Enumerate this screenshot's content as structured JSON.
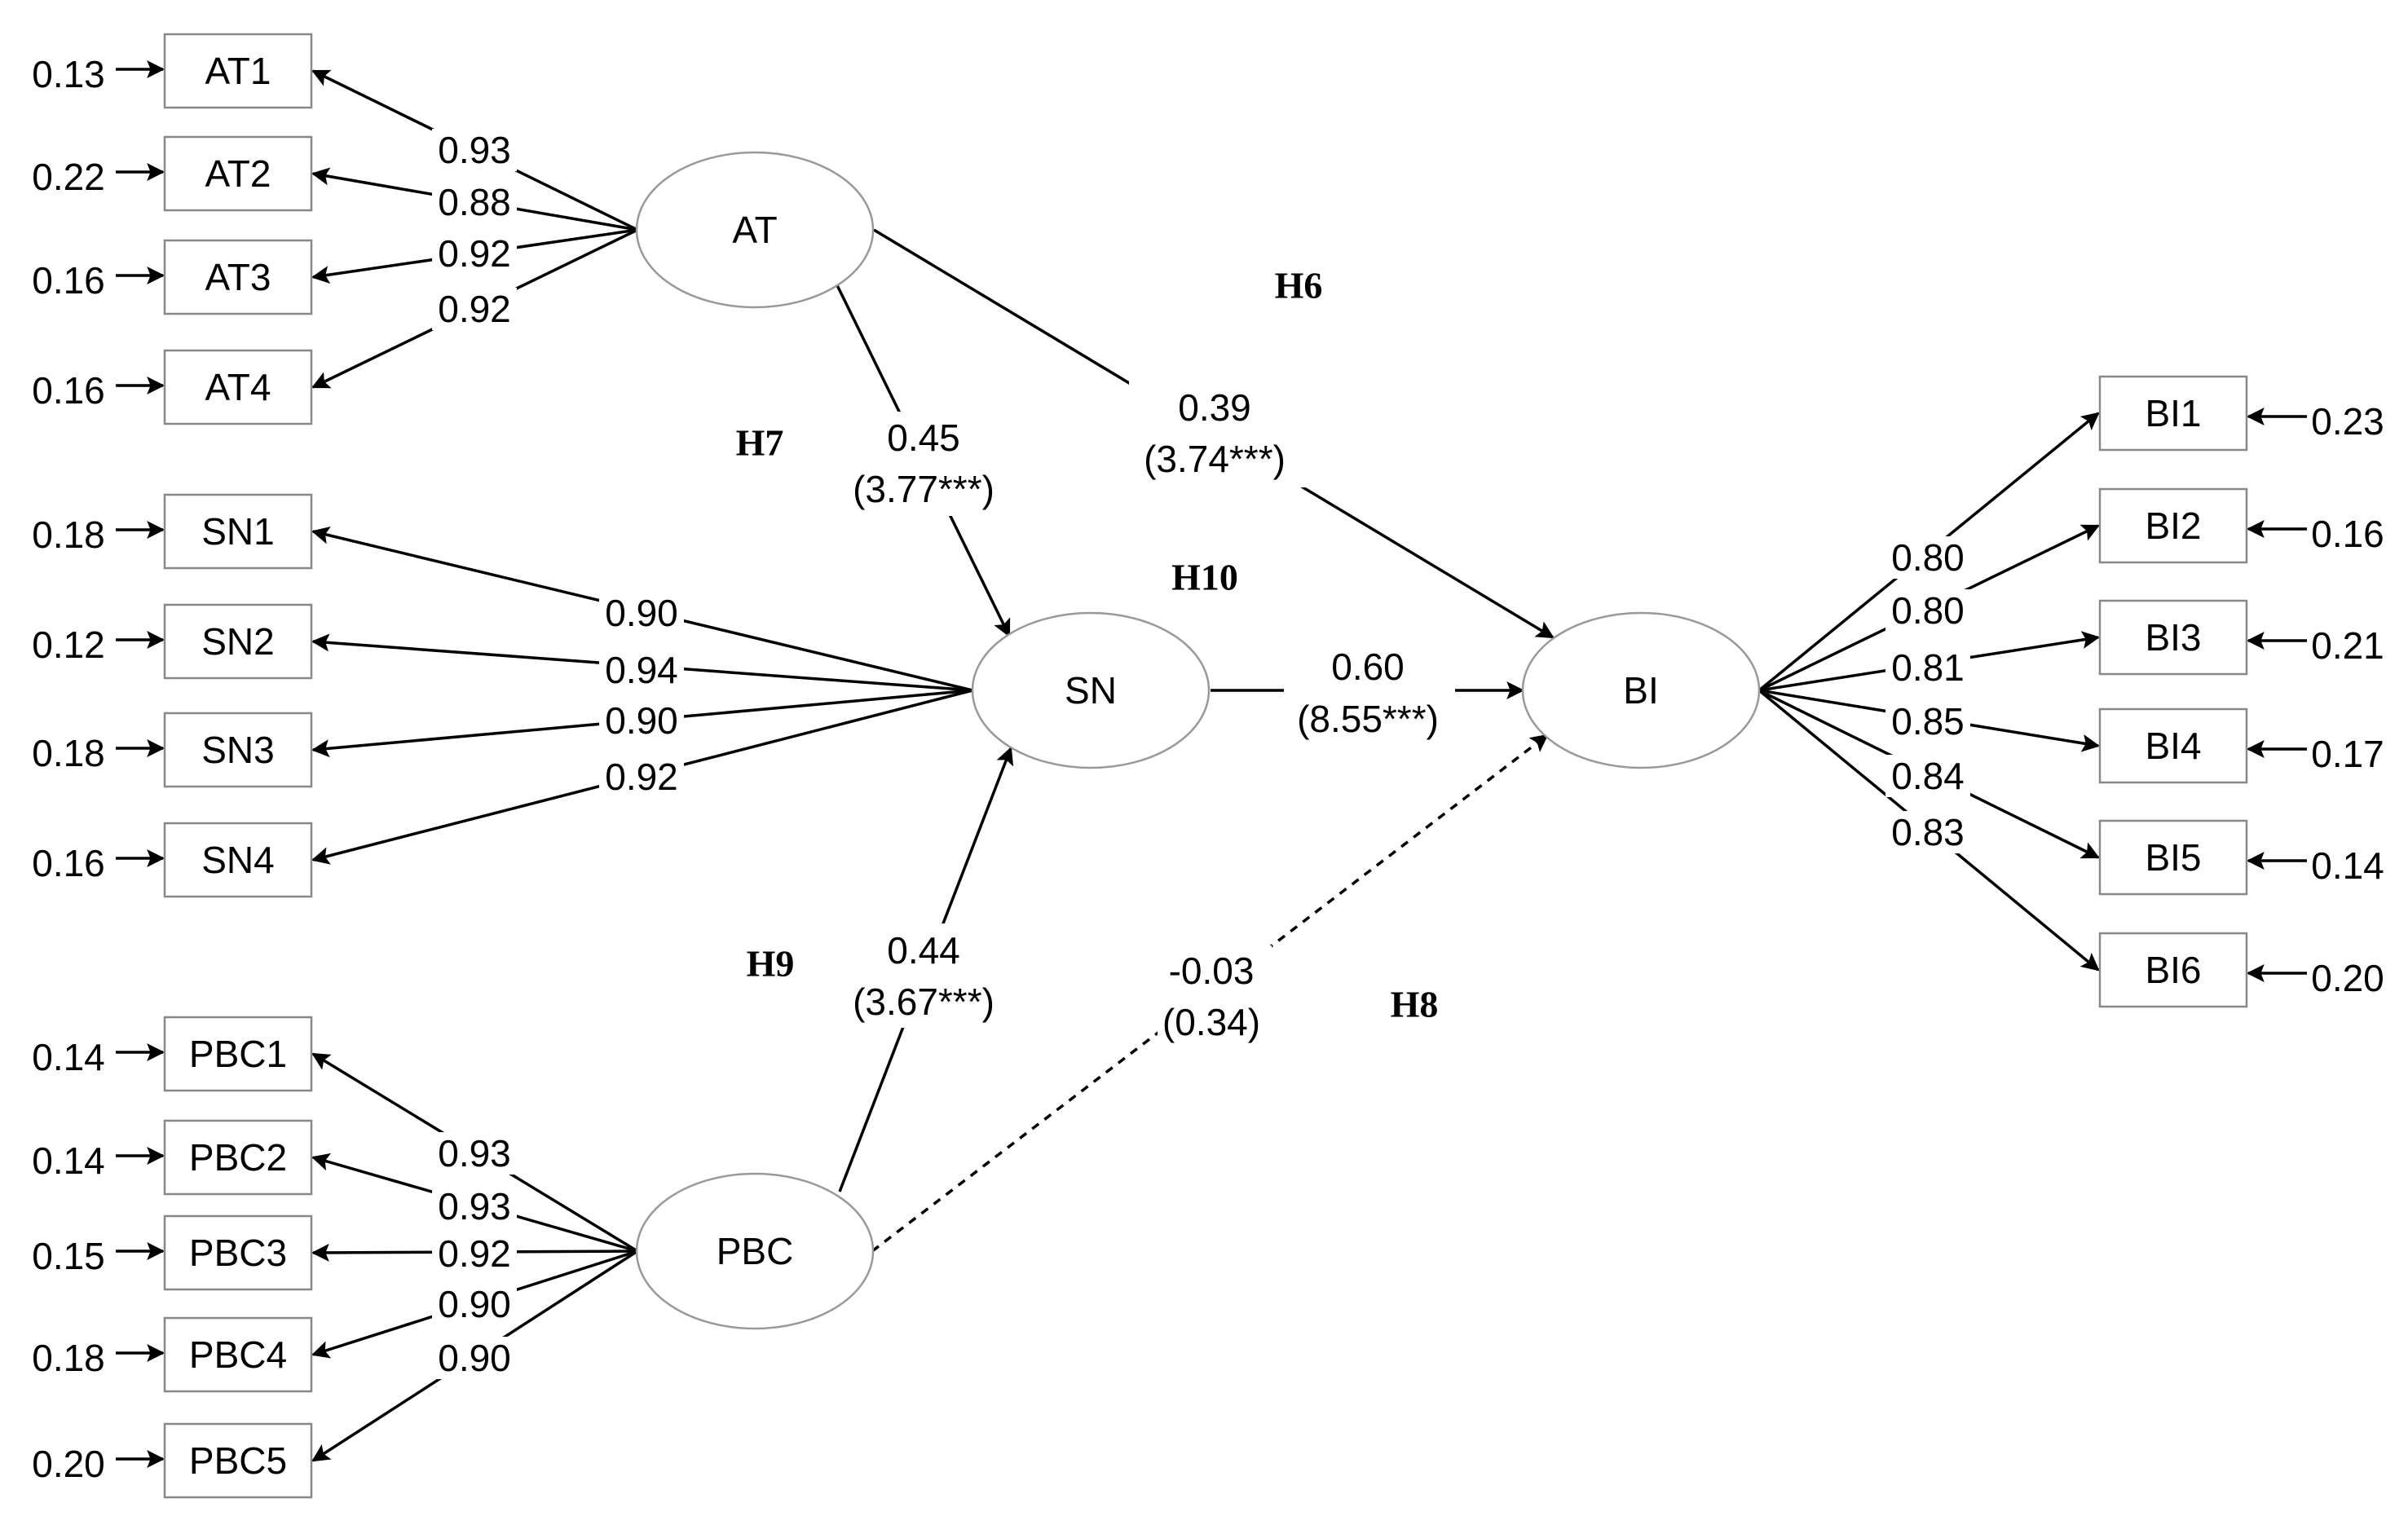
{
  "constructs": {
    "at": "AT",
    "sn": "SN",
    "bi": "BI",
    "pbc": "PBC"
  },
  "at_items": [
    {
      "name": "AT1",
      "error": "0.13",
      "loading": "0.93"
    },
    {
      "name": "AT2",
      "error": "0.22",
      "loading": "0.88"
    },
    {
      "name": "AT3",
      "error": "0.16",
      "loading": "0.92"
    },
    {
      "name": "AT4",
      "error": "0.16",
      "loading": "0.92"
    }
  ],
  "sn_items": [
    {
      "name": "SN1",
      "error": "0.18",
      "loading": "0.90"
    },
    {
      "name": "SN2",
      "error": "0.12",
      "loading": "0.94"
    },
    {
      "name": "SN3",
      "error": "0.18",
      "loading": "0.90"
    },
    {
      "name": "SN4",
      "error": "0.16",
      "loading": "0.92"
    }
  ],
  "pbc_items": [
    {
      "name": "PBC1",
      "error": "0.14",
      "loading": "0.93"
    },
    {
      "name": "PBC2",
      "error": "0.14",
      "loading": "0.93"
    },
    {
      "name": "PBC3",
      "error": "0.15",
      "loading": "0.92"
    },
    {
      "name": "PBC4",
      "error": "0.18",
      "loading": "0.90"
    },
    {
      "name": "PBC5",
      "error": "0.20",
      "loading": "0.90"
    }
  ],
  "bi_items": [
    {
      "name": "BI1",
      "error": "0.23",
      "loading": "0.80"
    },
    {
      "name": "BI2",
      "error": "0.16",
      "loading": "0.80"
    },
    {
      "name": "BI3",
      "error": "0.21",
      "loading": "0.81"
    },
    {
      "name": "BI4",
      "error": "0.17",
      "loading": "0.85"
    },
    {
      "name": "BI5",
      "error": "0.14",
      "loading": "0.84"
    },
    {
      "name": "BI6",
      "error": "0.20",
      "loading": "0.83"
    }
  ],
  "paths": {
    "h6": {
      "hypothesis": "H6",
      "coef": "0.39",
      "t": "(3.74***)"
    },
    "h7": {
      "hypothesis": "H7",
      "coef": "0.45",
      "t": "(3.77***)"
    },
    "h8": {
      "hypothesis": "H8",
      "coef": "-0.03",
      "t": "(0.34)"
    },
    "h9": {
      "hypothesis": "H9",
      "coef": "0.44",
      "t": "(3.67***)"
    },
    "h10": {
      "hypothesis": "H10",
      "coef": "0.60",
      "t": "(8.55***)"
    }
  }
}
